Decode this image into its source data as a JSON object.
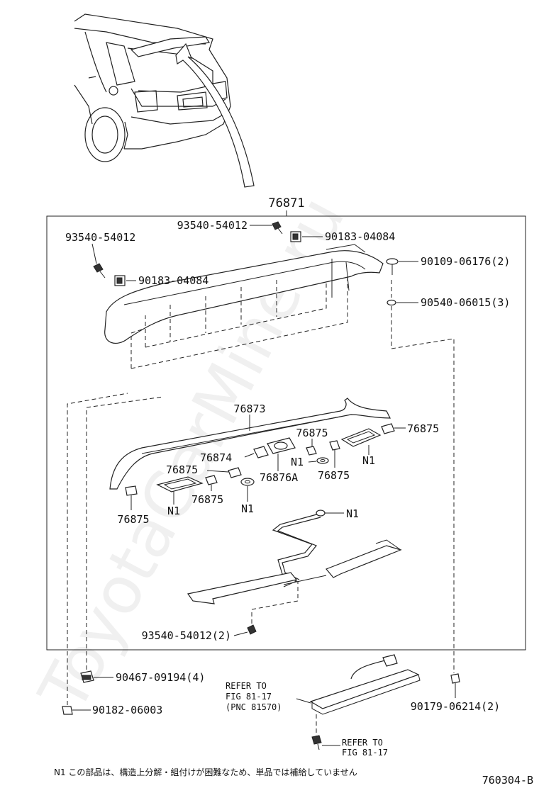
{
  "watermark": "ToyotaCarMine.ru",
  "assembly_number": "76871",
  "labels": {
    "bolt_top": "93540-54012",
    "bolt_left": "93540-54012",
    "nut_top": "90183-04084",
    "nut_left": "90183-04084",
    "screw_right": "90109-06176(2)",
    "washer_right": "90540-06015(3)",
    "spoiler_inner": "76873",
    "pad_76874": "76874",
    "pad_76876A": "76876A",
    "pad_a": "76875",
    "pad_b": "76875",
    "pad_c": "76875",
    "pad_d": "76875",
    "pad_e": "76875",
    "pad_f": "76875",
    "n1_a": "N1",
    "n1_b": "N1",
    "n1_c": "N1",
    "n1_d": "N1",
    "n1_e": "N1",
    "bolt_harness": "93540-54012(2)",
    "clip_left": "90467-09194(4)",
    "nut_bottom_left": "90182-06003",
    "clip_right": "90179-06214(2)"
  },
  "refer_lamp": {
    "line1": "REFER TO",
    "line2": "FIG 81-17",
    "line3": "(PNC 81570)"
  },
  "refer_bolt": {
    "line1": "REFER TO",
    "line2": "FIG 81-17"
  },
  "footnote": "N1 この部品は、構造上分解・組付けが困難なため、単品では補給していません",
  "diagram_code": "760304-B"
}
